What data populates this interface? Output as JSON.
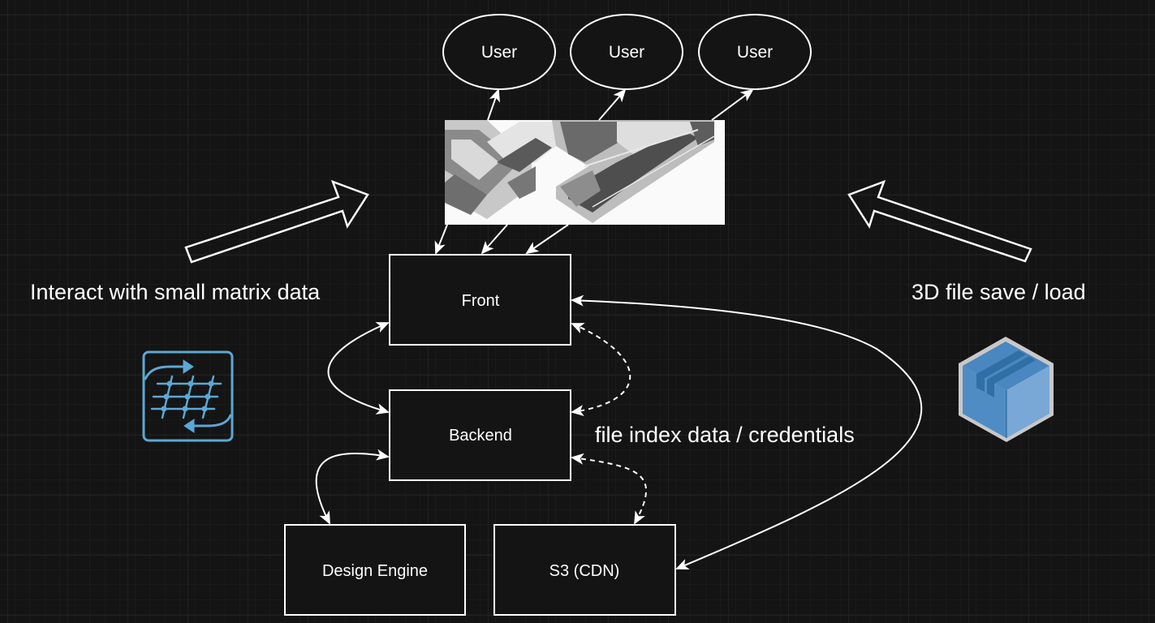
{
  "diagram": {
    "background_color": "#141414",
    "grid_minor_color": "#1e1e1e",
    "grid_major_color": "#2c2c2c",
    "line_color": "#ffffff",
    "users": [
      {
        "label": "User"
      },
      {
        "label": "User"
      },
      {
        "label": "User"
      }
    ],
    "floorplan_image": {
      "description": "isometric office floorplan (grayscale)"
    },
    "boxes": {
      "front": {
        "label": "Front"
      },
      "backend": {
        "label": "Backend"
      },
      "design_engine": {
        "label": "Design Engine"
      },
      "s3": {
        "label": "S3 (CDN)"
      }
    },
    "annotations": {
      "left": "Interact with small matrix data",
      "right": "3D file save / load",
      "middle": "file index data / credentials"
    },
    "icons": {
      "matrix": {
        "name": "matrix-transform-icon",
        "color": "#5ba8d4"
      },
      "package": {
        "name": "package-box-icon",
        "color": "#4a86c0"
      }
    },
    "connections": [
      {
        "from": "floorplan",
        "to": "user-1",
        "style": "solid"
      },
      {
        "from": "floorplan",
        "to": "user-2",
        "style": "solid"
      },
      {
        "from": "floorplan",
        "to": "user-3",
        "style": "solid"
      },
      {
        "from": "floorplan",
        "to": "front",
        "style": "solid",
        "count": 3
      },
      {
        "from": "front",
        "to": "backend",
        "style": "solid",
        "bidirectional": true
      },
      {
        "from": "front",
        "to": "backend",
        "style": "dashed",
        "bidirectional": true
      },
      {
        "from": "backend",
        "to": "design_engine",
        "style": "solid",
        "bidirectional": true
      },
      {
        "from": "backend",
        "to": "s3",
        "style": "dashed",
        "bidirectional": true
      },
      {
        "from": "s3",
        "to": "front",
        "style": "solid",
        "bidirectional": true
      }
    ]
  }
}
